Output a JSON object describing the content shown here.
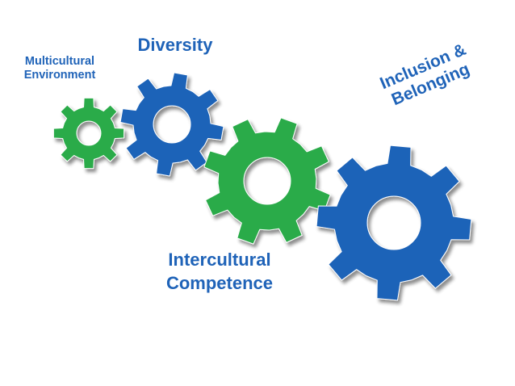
{
  "colors": {
    "green": "#2bab4a",
    "blue": "#1f63b8",
    "text_green": "#1f63b8",
    "text_blue": "#1f63b8",
    "background": "#ffffff"
  },
  "gears": [
    {
      "name": "small-green-gear",
      "color": "green",
      "teeth": 8
    },
    {
      "name": "blue-diversity-gear",
      "color": "blue",
      "teeth": 8
    },
    {
      "name": "green-intercultural-gear",
      "color": "green",
      "teeth": 8
    },
    {
      "name": "large-blue-inclusion-gear",
      "color": "blue",
      "teeth": 8
    }
  ],
  "labels": {
    "multicultural": [
      "Multicultural",
      "Environment"
    ],
    "diversity": "Diversity",
    "inclusion": [
      "Inclusion &",
      "Belonging"
    ],
    "intercultural": [
      "Intercultural",
      "Competence"
    ]
  }
}
